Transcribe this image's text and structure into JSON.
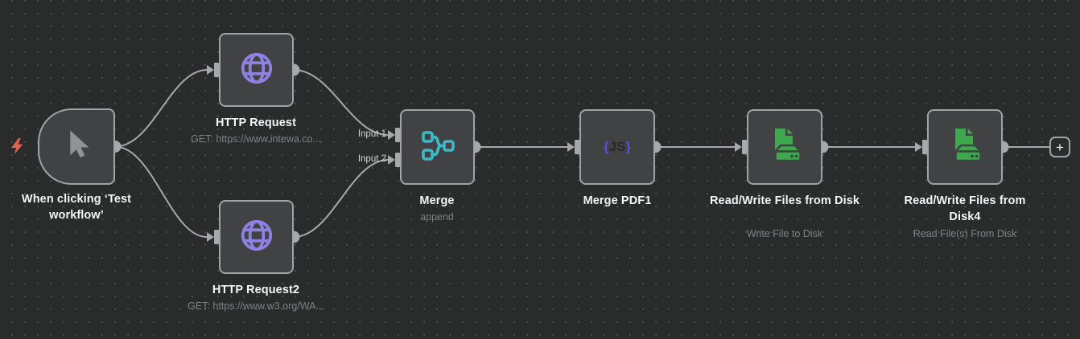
{
  "canvas": {
    "background": "#2a2b2b",
    "dot_color": "#4a4d4d",
    "edge_color": "#a6a9ac",
    "node_fill": "#414244",
    "node_border": "#a0a3a7"
  },
  "nodes": [
    {
      "id": "manual-trigger",
      "label": "When clicking ‘Test workflow’",
      "icon": "cursor-icon"
    },
    {
      "id": "http-request-1",
      "label": "HTTP Request",
      "subtitle": "GET: https://www.intewa.co...",
      "icon": "globe-icon"
    },
    {
      "id": "http-request-2",
      "label": "HTTP Request2",
      "subtitle": "GET: https://www.w3.org/WA...",
      "icon": "globe-icon"
    },
    {
      "id": "merge",
      "label": "Merge",
      "subtitle": "append",
      "icon": "merge-icon",
      "input_labels": [
        "Input 1",
        "Input 2"
      ]
    },
    {
      "id": "merge-pdf-1",
      "label": "Merge PDF1",
      "icon": "js-code-icon"
    },
    {
      "id": "read-write-files-1",
      "label": "Read/Write Files from Disk",
      "subtitle": "Write File to Disk",
      "icon": "file-disk-icon"
    },
    {
      "id": "read-write-files-2",
      "label": "Read/Write Files from Disk4",
      "subtitle": "Read File(s) From Disk",
      "icon": "file-disk-icon"
    }
  ],
  "icons": {
    "globe_color": "#8d82e3",
    "merge_color": "#3dbac9",
    "js_brace_color": "#5b4fd8",
    "js_letter_color": "#26282c",
    "file_disk_color": "#3fa84e",
    "cursor_color": "#8f9296",
    "lightning_color": "#e4604e"
  },
  "js_icon": {
    "open_brace": "{",
    "letters": "JS",
    "close_brace": "}"
  },
  "add_button": {
    "label": "+"
  }
}
